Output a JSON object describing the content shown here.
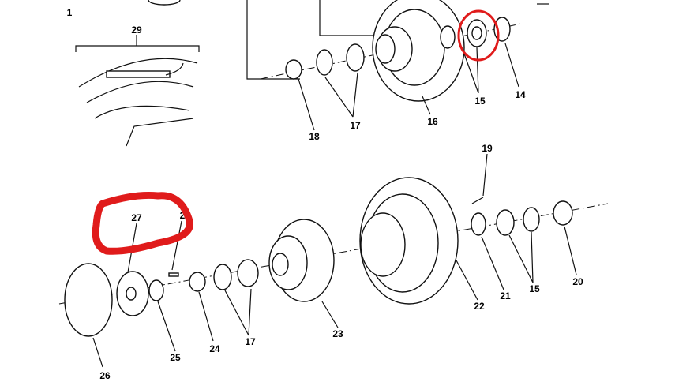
{
  "diagram": {
    "callouts": {
      "c1": "1",
      "c29": "29",
      "c18": "18",
      "c17a": "17",
      "c16": "16",
      "c15a": "15",
      "c14": "14",
      "c19": "19",
      "c27": "27",
      "c28": "2",
      "c26": "26",
      "c25": "25",
      "c24": "24",
      "c17b": "17",
      "c23": "23",
      "c22": "22",
      "c21": "21",
      "c15b": "15",
      "c20": "20"
    },
    "highlight_color": "#e01b1b"
  }
}
